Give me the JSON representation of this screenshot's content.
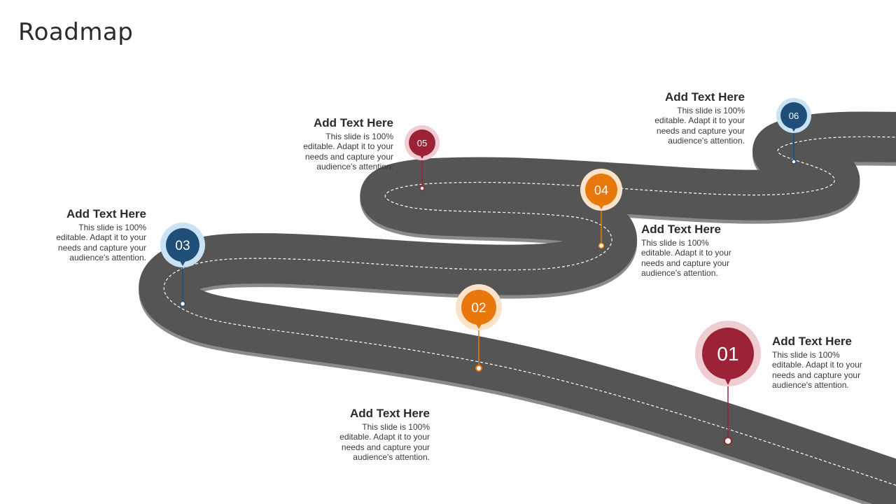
{
  "title": "Roadmap",
  "milestones": [
    {
      "number": "01",
      "heading": "Add Text Here",
      "body": [
        "This slide is 100%",
        "editable. Adapt it to your",
        "needs and capture your",
        "audience's attention."
      ],
      "color": "#9b2335",
      "ring": "#f0cdd2"
    },
    {
      "number": "02",
      "heading": "Add Text Here",
      "body": [
        "This slide is 100%",
        "editable. Adapt it to your",
        "needs and capture your",
        "audience's attention."
      ],
      "color": "#e8780c",
      "ring": "#fbe2c8"
    },
    {
      "number": "03",
      "heading": "Add Text Here",
      "body": [
        "This slide is 100%",
        "editable. Adapt it to your",
        "needs and capture your",
        "audience's attention."
      ],
      "color": "#1f4e79",
      "ring": "#c9e3f4"
    },
    {
      "number": "04",
      "heading": "Add Text Here",
      "body": [
        "This slide is 100%",
        "editable. Adapt it to your",
        "needs and capture your",
        "audience's attention."
      ],
      "color": "#e8780c",
      "ring": "#fbe2c8"
    },
    {
      "number": "05",
      "heading": "Add Text Here",
      "body": [
        "This slide is 100%",
        "editable. Adapt it to your",
        "needs and capture your",
        "audience's attention."
      ],
      "color": "#9b2335",
      "ring": "#f0cdd2"
    },
    {
      "number": "06",
      "heading": "Add Text Here",
      "body": [
        "This slide is 100%",
        "editable. Adapt it to your",
        "needs and capture your",
        "audience's attention."
      ],
      "color": "#1f4e79",
      "ring": "#c9e3f4"
    }
  ],
  "road_color": "#555555",
  "road_edge_color": "#8a8a8a"
}
